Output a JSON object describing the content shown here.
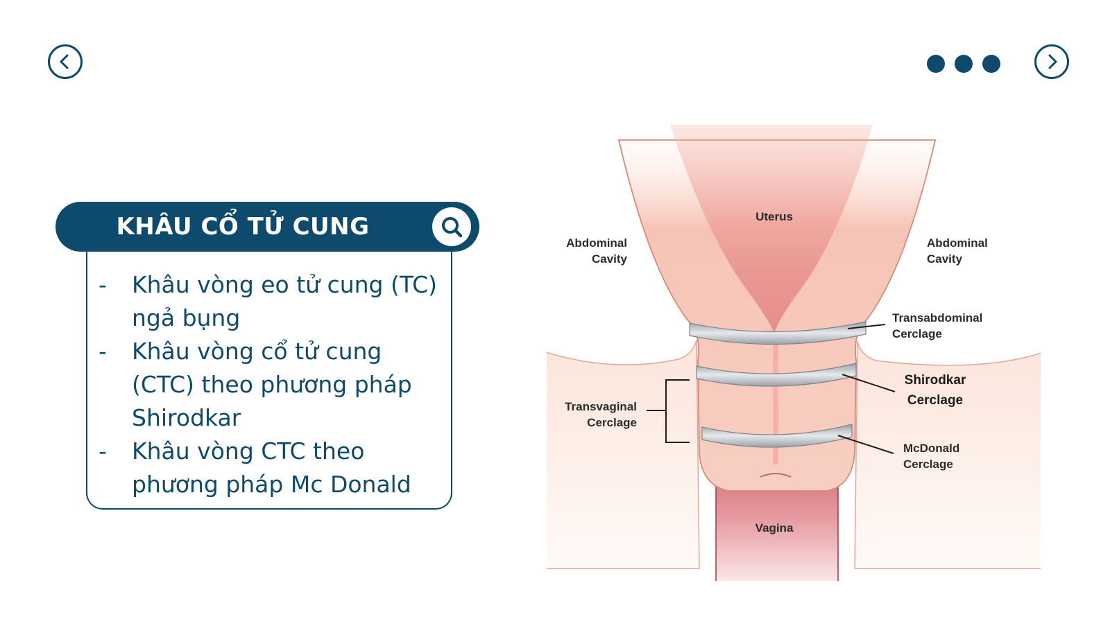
{
  "title": "KHÂU CỔ TỬ CUNG",
  "bullets": [
    {
      "dash": "-",
      "text": "Khâu vòng eo tử cung (TC) ngả bụng"
    },
    {
      "dash": "-",
      "text": "Khâu vòng cổ tử cung (CTC) theo phương pháp Shirodkar"
    },
    {
      "dash": "-",
      "text": "Khâu vòng CTC theo phương pháp Mc Donald"
    }
  ],
  "diagram": {
    "uterus": "Uterus",
    "abdominal_left_1": "Abdominal",
    "abdominal_left_2": "Cavity",
    "abdominal_right_1": "Abdominal",
    "abdominal_right_2": "Cavity",
    "transabdominal_1": "Transabdominal",
    "transabdominal_2": "Cerclage",
    "shirodkar_1": "Shirodkar",
    "shirodkar_2": "Cerclage",
    "transvaginal_1": "Transvaginal",
    "transvaginal_2": "Cerclage",
    "mcdonald_1": "McDonald",
    "mcdonald_2": "Cerclage",
    "vagina": "Vagina"
  },
  "icons": {
    "prev": "chevron-left-icon",
    "next": "chevron-right-icon",
    "search": "search-icon"
  },
  "colors": {
    "primary": "#0d4a6b",
    "tissue": "#f3b6a4",
    "suture": "#c9ccd0"
  }
}
